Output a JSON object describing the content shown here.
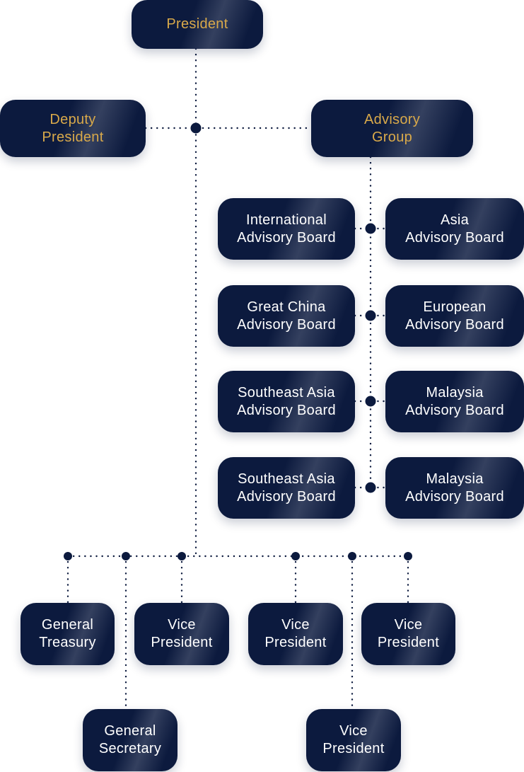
{
  "colors": {
    "box_bg": "#0c1a3e",
    "gold_text": "#d9a94a",
    "white_text": "#ffffff",
    "connector": "#0c1a3e",
    "page_bg": "#ffffff"
  },
  "nodes": {
    "president": "President",
    "deputy_president": "Deputy\nPresident",
    "advisory_group": "Advisory\nGroup",
    "international_board": "International\nAdvisory Board",
    "asia_board": "Asia\nAdvisory Board",
    "great_china_board": "Great China\nAdvisory Board",
    "european_board": "European\nAdvisory Board",
    "southeast_asia_board_1": "Southeast Asia\nAdvisory Board",
    "malaysia_board_1": "Malaysia\nAdvisory Board",
    "southeast_asia_board_2": "Southeast Asia\nAdvisory Board",
    "malaysia_board_2": "Malaysia\nAdvisory Board",
    "general_treasury": "General\nTreasury",
    "vice_president_1": "Vice\nPresident",
    "vice_president_2": "Vice\nPresident",
    "vice_president_3": "Vice\nPresident",
    "general_secretary": "General\nSecretary",
    "vice_president_4": "Vice\nPresident"
  }
}
